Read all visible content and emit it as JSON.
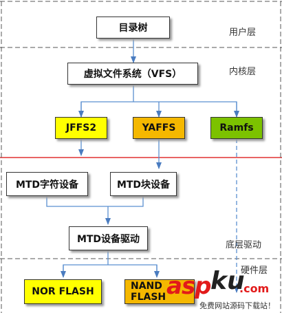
{
  "layers": {
    "user": "用户层",
    "kernel": "内核层",
    "bottom": "底层驱动",
    "hardware": "硬件层"
  },
  "nodes": {
    "dir_tree": "目录树",
    "vfs": "虚拟文件系统（VFS）",
    "jffs2": "JFFS2",
    "yaffs": "YAFFS",
    "ramfs": "Ramfs",
    "mtd_char": "MTD字符设备",
    "mtd_block": "MTD块设备",
    "mtd_driver": "MTD设备驱动",
    "nor_flash": "NOR FLASH",
    "nand_flash": "NAND FLASH"
  },
  "colors": {
    "jffs2": "#ffff00",
    "yaffs": "#f5b800",
    "ramfs": "#7cc200",
    "nor_flash": "#ffff00",
    "nand_flash": "#f5b800",
    "arrow": "#5b8fd0",
    "divider_red": "#e03030",
    "watermark_red": "#e21a1a"
  },
  "watermark": {
    "asp": "asp",
    "ku": "ku",
    "com": ".com",
    "slogan": "免费网站源码下载站！"
  }
}
